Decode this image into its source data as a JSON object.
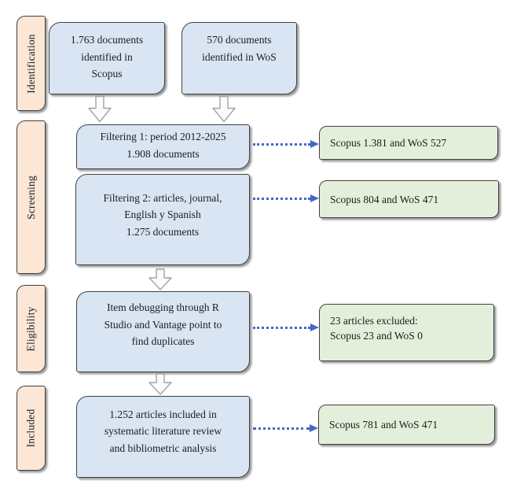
{
  "diagram": {
    "title": "PRISMA-style literature selection flowchart",
    "stages": [
      {
        "label": "Identification"
      },
      {
        "label": "Screening"
      },
      {
        "label": "Eligibility"
      },
      {
        "label": "Included"
      }
    ],
    "process_boxes": [
      {
        "id": "scopus-identified",
        "text": "1.763 documents\nidentified in\nScopus"
      },
      {
        "id": "wos-identified",
        "text": "570 documents\nidentified in WoS"
      },
      {
        "id": "filtering-1",
        "text": "Filtering 1: period 2012-2025\n1.908 documents"
      },
      {
        "id": "filtering-2",
        "text": "Filtering 2: articles, journal,\nEnglish y Spanish\n1.275 documents"
      },
      {
        "id": "debugging",
        "text": "Item debugging through R\nStudio and Vantage point to\nfind duplicates"
      },
      {
        "id": "included-articles",
        "text": "1.252 articles included in\nsystematic literature review\nand bibliometric analysis"
      }
    ],
    "result_boxes": [
      {
        "id": "result-filtering-1",
        "text": "Scopus 1.381 and WoS 527"
      },
      {
        "id": "result-filtering-2",
        "text": "Scopus 804 and WoS 471"
      },
      {
        "id": "result-excluded",
        "text": "23 articles excluded:\nScopus 23 and WoS 0"
      },
      {
        "id": "result-included",
        "text": "Scopus 781 and WoS 471"
      }
    ],
    "colors": {
      "process_fill": "#d9e5f3",
      "result_fill": "#e4efdb",
      "stage_fill": "#fce6d5",
      "connector_blue": "#4169c8",
      "border": "#404040"
    }
  }
}
